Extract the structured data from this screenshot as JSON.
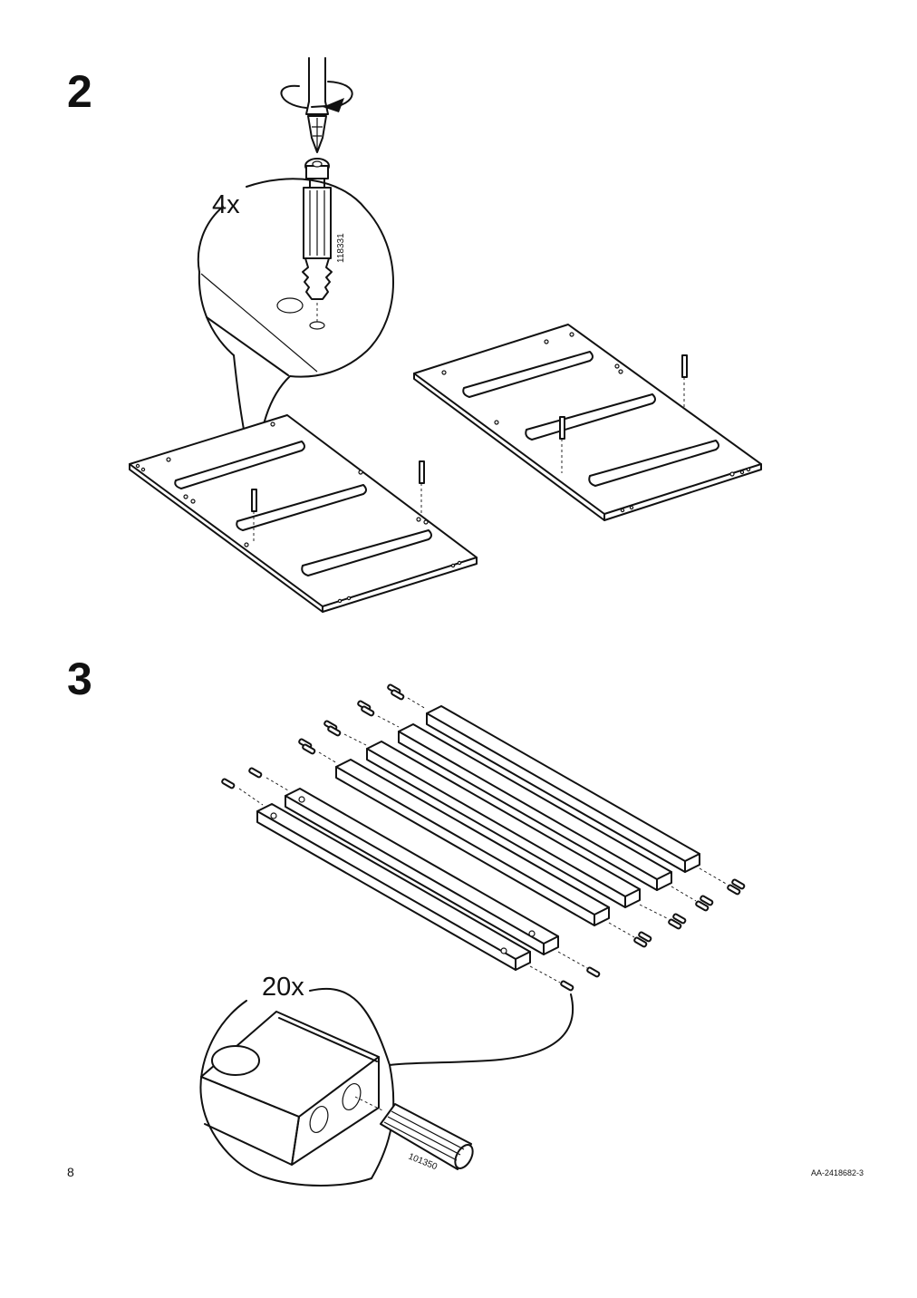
{
  "page": {
    "number": "8",
    "document_id": "AA-2418682-3"
  },
  "step2": {
    "number": "2",
    "quantity": "4x",
    "part_number": "118331"
  },
  "step3": {
    "number": "3",
    "quantity": "20x",
    "part_number": "101350"
  }
}
